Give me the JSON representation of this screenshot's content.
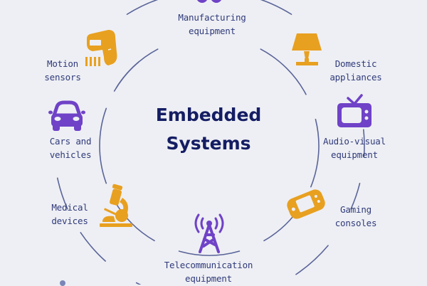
{
  "diagram": {
    "title_line1": "Embedded",
    "title_line2": "Systems",
    "colors": {
      "ring": "#5a6499",
      "title": "#141d63",
      "label": "#2f3a7a",
      "orange": "#e8a020",
      "purple": "#6f42c7",
      "background": "#eeeff4"
    },
    "items": [
      {
        "id": "manufacturing",
        "line1": "Manufacturing",
        "line2": "equipment",
        "icon": "robot-arm-icon",
        "color": "purple"
      },
      {
        "id": "domestic",
        "line1": "Domestic",
        "line2": "appliances",
        "icon": "lamp-icon",
        "color": "orange"
      },
      {
        "id": "audio-visual",
        "line1": "Audio-visual",
        "line2": "equipment",
        "icon": "tv-icon",
        "color": "purple"
      },
      {
        "id": "gaming",
        "line1": "Gaming",
        "line2": "consoles",
        "icon": "game-console-icon",
        "color": "orange"
      },
      {
        "id": "telecom",
        "line1": "Telecommunication",
        "line2": "equipment",
        "icon": "radio-tower-icon",
        "color": "purple"
      },
      {
        "id": "medical",
        "line1": "Medical",
        "line2": "devices",
        "icon": "microscope-icon",
        "color": "orange"
      },
      {
        "id": "cars",
        "line1": "Cars and",
        "line2": "vehicles",
        "icon": "car-icon",
        "color": "purple"
      },
      {
        "id": "motion",
        "line1": "Motion",
        "line2": "sensors",
        "icon": "barcode-scanner-icon",
        "color": "orange"
      }
    ]
  }
}
